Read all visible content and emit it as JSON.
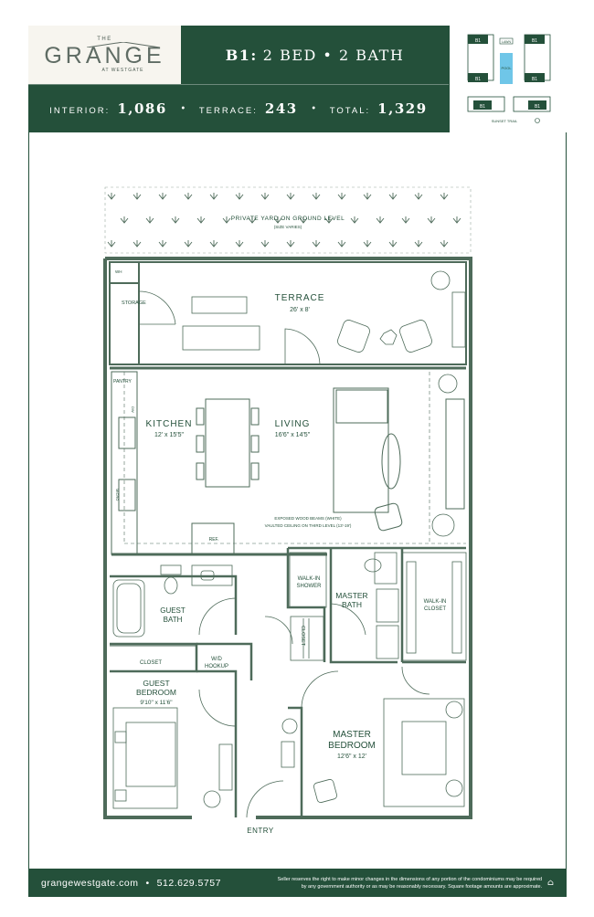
{
  "brand": {
    "small": "THE",
    "name": "GRANGE",
    "sub": "AT WESTGATE"
  },
  "unit": {
    "code": "B1:",
    "type": "2 BED • 2 BATH"
  },
  "stats": [
    {
      "label": "INTERIOR:",
      "value": "1,086"
    },
    {
      "label": "TERRACE:",
      "value": "243"
    },
    {
      "label": "TOTAL:",
      "value": "1,329"
    }
  ],
  "keyplan": {
    "units": [
      "B1",
      "B1",
      "B1",
      "B1",
      "B1",
      "B1"
    ],
    "lawn": "LAWN",
    "pool": "POOL",
    "street": "SUNSET TRAIL"
  },
  "plan": {
    "yard": "PRIVATE YARD ON GROUND LEVEL",
    "yard_note": "(SIZE VARIES)",
    "terrace": "TERRACE",
    "terrace_dim": "26' x 8'",
    "storage": "STORAGE",
    "wh": "WH",
    "pantry": "PANTRY",
    "dw": "DW",
    "micro": "MICRO",
    "kitchen": "KITCHEN",
    "kitchen_dim": "12' x 15'5\"",
    "living": "LIVING",
    "living_dim": "16'6\" x 14'5\"",
    "beams_note": "EXPOSED WOOD BEAMS (WHITE)",
    "ceiling_note": "VAULTED CEILING ON THIRD LEVEL (13'-19')",
    "ref": "REF.",
    "guest_bath": "GUEST",
    "guest_bath2": "BATH",
    "closet": "CLOSET",
    "wd": "W/D",
    "wd2": "HOOKUP",
    "guest_bed": "GUEST",
    "guest_bed2": "BEDROOM",
    "guest_bed_dim": "9'10\" x 11'6\"",
    "walkin_shower": "WALK-IN",
    "walkin_shower2": "SHOWER",
    "master_bath": "MASTER",
    "master_bath2": "BATH",
    "walkin_closet": "WALK-IN",
    "walkin_closet2": "CLOSET",
    "closet_vert": "CLOSET",
    "master_bed": "MASTER",
    "master_bed2": "BEDROOM",
    "master_bed_dim": "12'6\" x 12'",
    "entry": "ENTRY"
  },
  "footer": {
    "site": "grangewestgate.com",
    "phone": "512.629.5757",
    "sep": "•",
    "disclaimer1": "Seller reserves the right to make minor changes in the dimensions of any portion of the condominiums may be required",
    "disclaimer2": "by any government authority or as may be reasonably necessary. Square footage amounts are approximate.",
    "eho": "⌂"
  },
  "colors": {
    "brand_green": "#24503a",
    "line": "#4e6b5a",
    "cream": "#f7f5ef"
  }
}
